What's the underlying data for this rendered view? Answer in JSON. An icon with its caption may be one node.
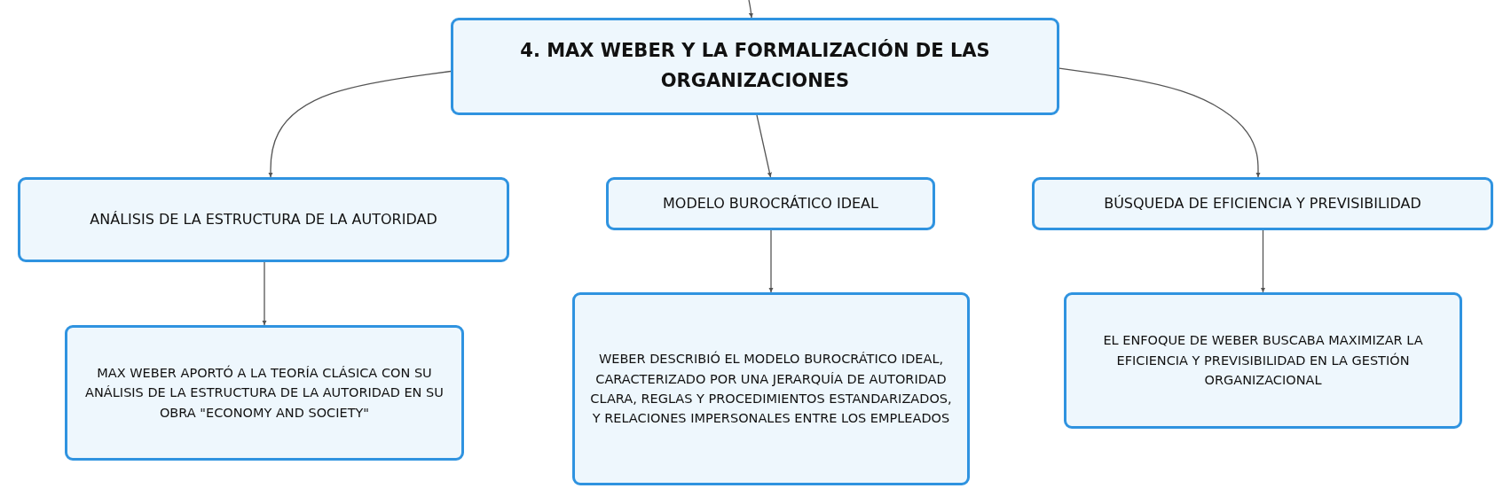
{
  "diagram": {
    "nodes": [
      {
        "text": [
          "4. MAX WEBER Y LA FORMALIZACIÓN DE LAS ORGANIZACIONES"
        ]
      },
      {
        "text": [
          "ANÁLISIS DE LA ESTRUCTURA DE LA AUTORIDAD"
        ]
      },
      {
        "text": [
          "MODELO BUROCRÁTICO IDEAL"
        ]
      },
      {
        "text": [
          "BÚSQUEDA DE EFICIENCIA Y PREVISIBILIDAD"
        ]
      },
      {
        "text": [
          "MAX WEBER APORTÓ A LA TEORÍA CLÁSICA CON SU ANÁLISIS DE LA ESTRUCTURA DE LA AUTORIDAD EN SU OBRA \"ECONOMY AND SOCIETY\""
        ]
      },
      {
        "text": [
          "WEBER DESCRIBIÓ EL MODELO BUROCRÁTICO IDEAL, CARACTERIZADO POR UNA JERARQUÍA DE AUTORIDAD CLARA, REGLAS Y PROCEDIMIENTOS ESTANDARIZADOS, Y RELACIONES IMPERSONALES ENTRE LOS EMPLEADOS"
        ]
      },
      {
        "text": [
          "EL ENFOQUE DE WEBER BUSCABA MAXIMIZAR LA EFICIENCIA Y PREVISIBILIDAD EN LA GESTIÓN ORGANIZACIONAL"
        ]
      }
    ],
    "edges": [
      {
        "from": null,
        "to": 0,
        "arrow": "to"
      },
      {
        "from": 0,
        "to": 1,
        "arrow": "to"
      },
      {
        "from": 0,
        "to": 2,
        "arrow": "to"
      },
      {
        "from": 0,
        "to": 3,
        "arrow": "to"
      },
      {
        "from": 1,
        "to": 4,
        "arrow": "to"
      },
      {
        "from": 2,
        "to": 5,
        "arrow": "to"
      },
      {
        "from": 3,
        "to": 6,
        "arrow": "to"
      }
    ]
  }
}
